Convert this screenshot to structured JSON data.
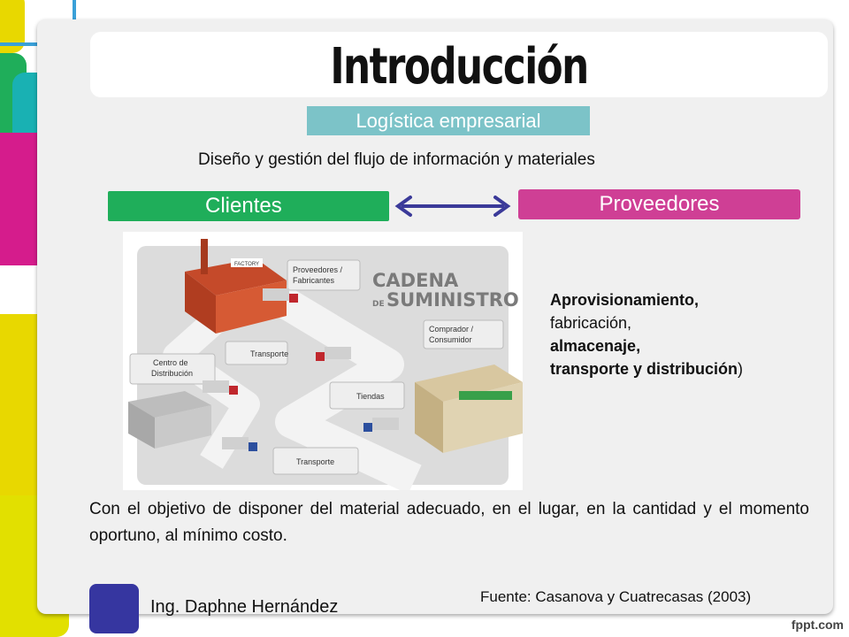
{
  "slide": {
    "title": "Introducción",
    "subtitle": "Logística empresarial",
    "description": "Diseño y gestión del flujo de información y materiales",
    "clientes_label": "Clientes",
    "proveedores_label": "Proveedores"
  },
  "illustration": {
    "title_line1": "CADENA",
    "title_line2_prefix": "DE",
    "title_line2": "SUMINISTRO",
    "labels": {
      "proveedores": [
        "Proveedores /",
        "Fabricantes"
      ],
      "transporte_top": "Transporte",
      "centro": [
        "Centro de",
        "Distribución"
      ],
      "tiendas": "Tiendas",
      "comprador": [
        "Comprador /",
        "Consumidor"
      ],
      "transporte_bottom": "Transporte",
      "factory_sign": "FACTORY"
    }
  },
  "supply_list": {
    "item1": "Aprovisionamiento,",
    "item2": "fabricación,",
    "item3": "almacenaje,",
    "item4": "transporte y distribución",
    "item4_suffix": ")"
  },
  "body_text": "Con el objetivo de disponer del material adecuado, en el lugar, en la cantidad y el momento oportuno, al mínimo costo.",
  "footer": {
    "author": "Ing. Daphne Hernández",
    "source": "Fuente: Casanova y Cuatrecasas (2003)",
    "brand": "fppt.com"
  },
  "colors": {
    "green": "#1fae5a",
    "magenta": "#cf3f95",
    "teal": "#7cc3c8",
    "arrow": "#3b3a99"
  }
}
